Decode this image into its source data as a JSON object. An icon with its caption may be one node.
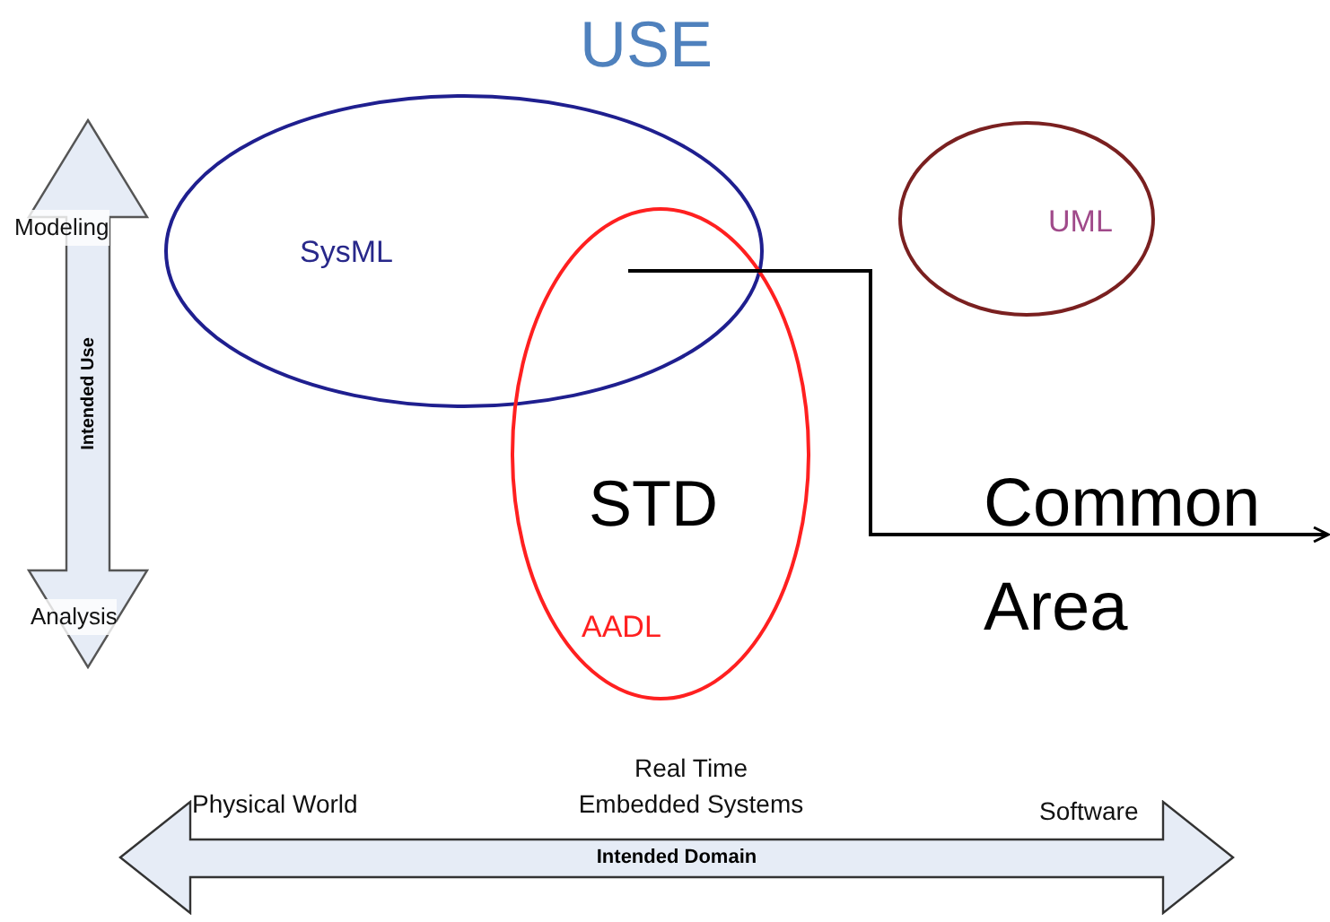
{
  "diagram": {
    "title": "USE",
    "nodes": [
      {
        "text": [
          "SysML"
        ]
      },
      {
        "text": [
          "STD",
          "AADL"
        ]
      },
      {
        "text": [
          "UML"
        ]
      },
      {
        "text": [
          "Common Area"
        ]
      },
      {
        "text": [
          "Intended Use"
        ]
      },
      {
        "text": [
          "Intended Domain"
        ]
      }
    ],
    "edges": [
      {
        "from": 1,
        "to": 3,
        "arrow": "to"
      }
    ],
    "labels": [
      "Modeling",
      "Analysis",
      "Physical World",
      "Real Time Embedded Systems",
      "Software"
    ]
  }
}
